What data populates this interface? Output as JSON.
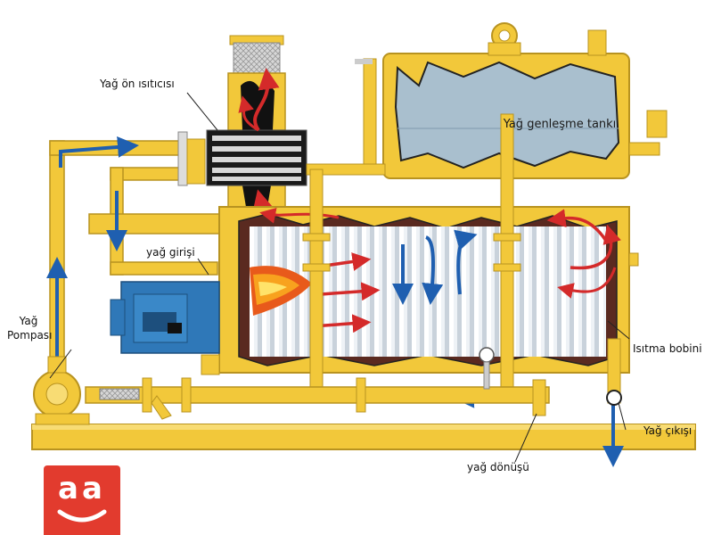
{
  "labels": {
    "preheater": "Yağ ön ısıtıcısı",
    "expansion_tank": "Yağ genleşme tankı",
    "oil_inlet": "yağ girişi",
    "pump": "Yağ Pompası",
    "heating_coil": "Isıtma bobini",
    "oil_outlet": "Yağ çıkışı",
    "oil_return": "yağ dönüşü"
  },
  "logo": {
    "text": "aa"
  },
  "colors": {
    "pipe_yellow": "#f2c83a",
    "pipe_edge": "#b89320",
    "flow_blue": "#1f5fb0",
    "hot_red": "#d42a2a",
    "tank_water": "#a9bfce",
    "burner_blue": "#2f78b8",
    "logo_red": "#e23b2e"
  }
}
